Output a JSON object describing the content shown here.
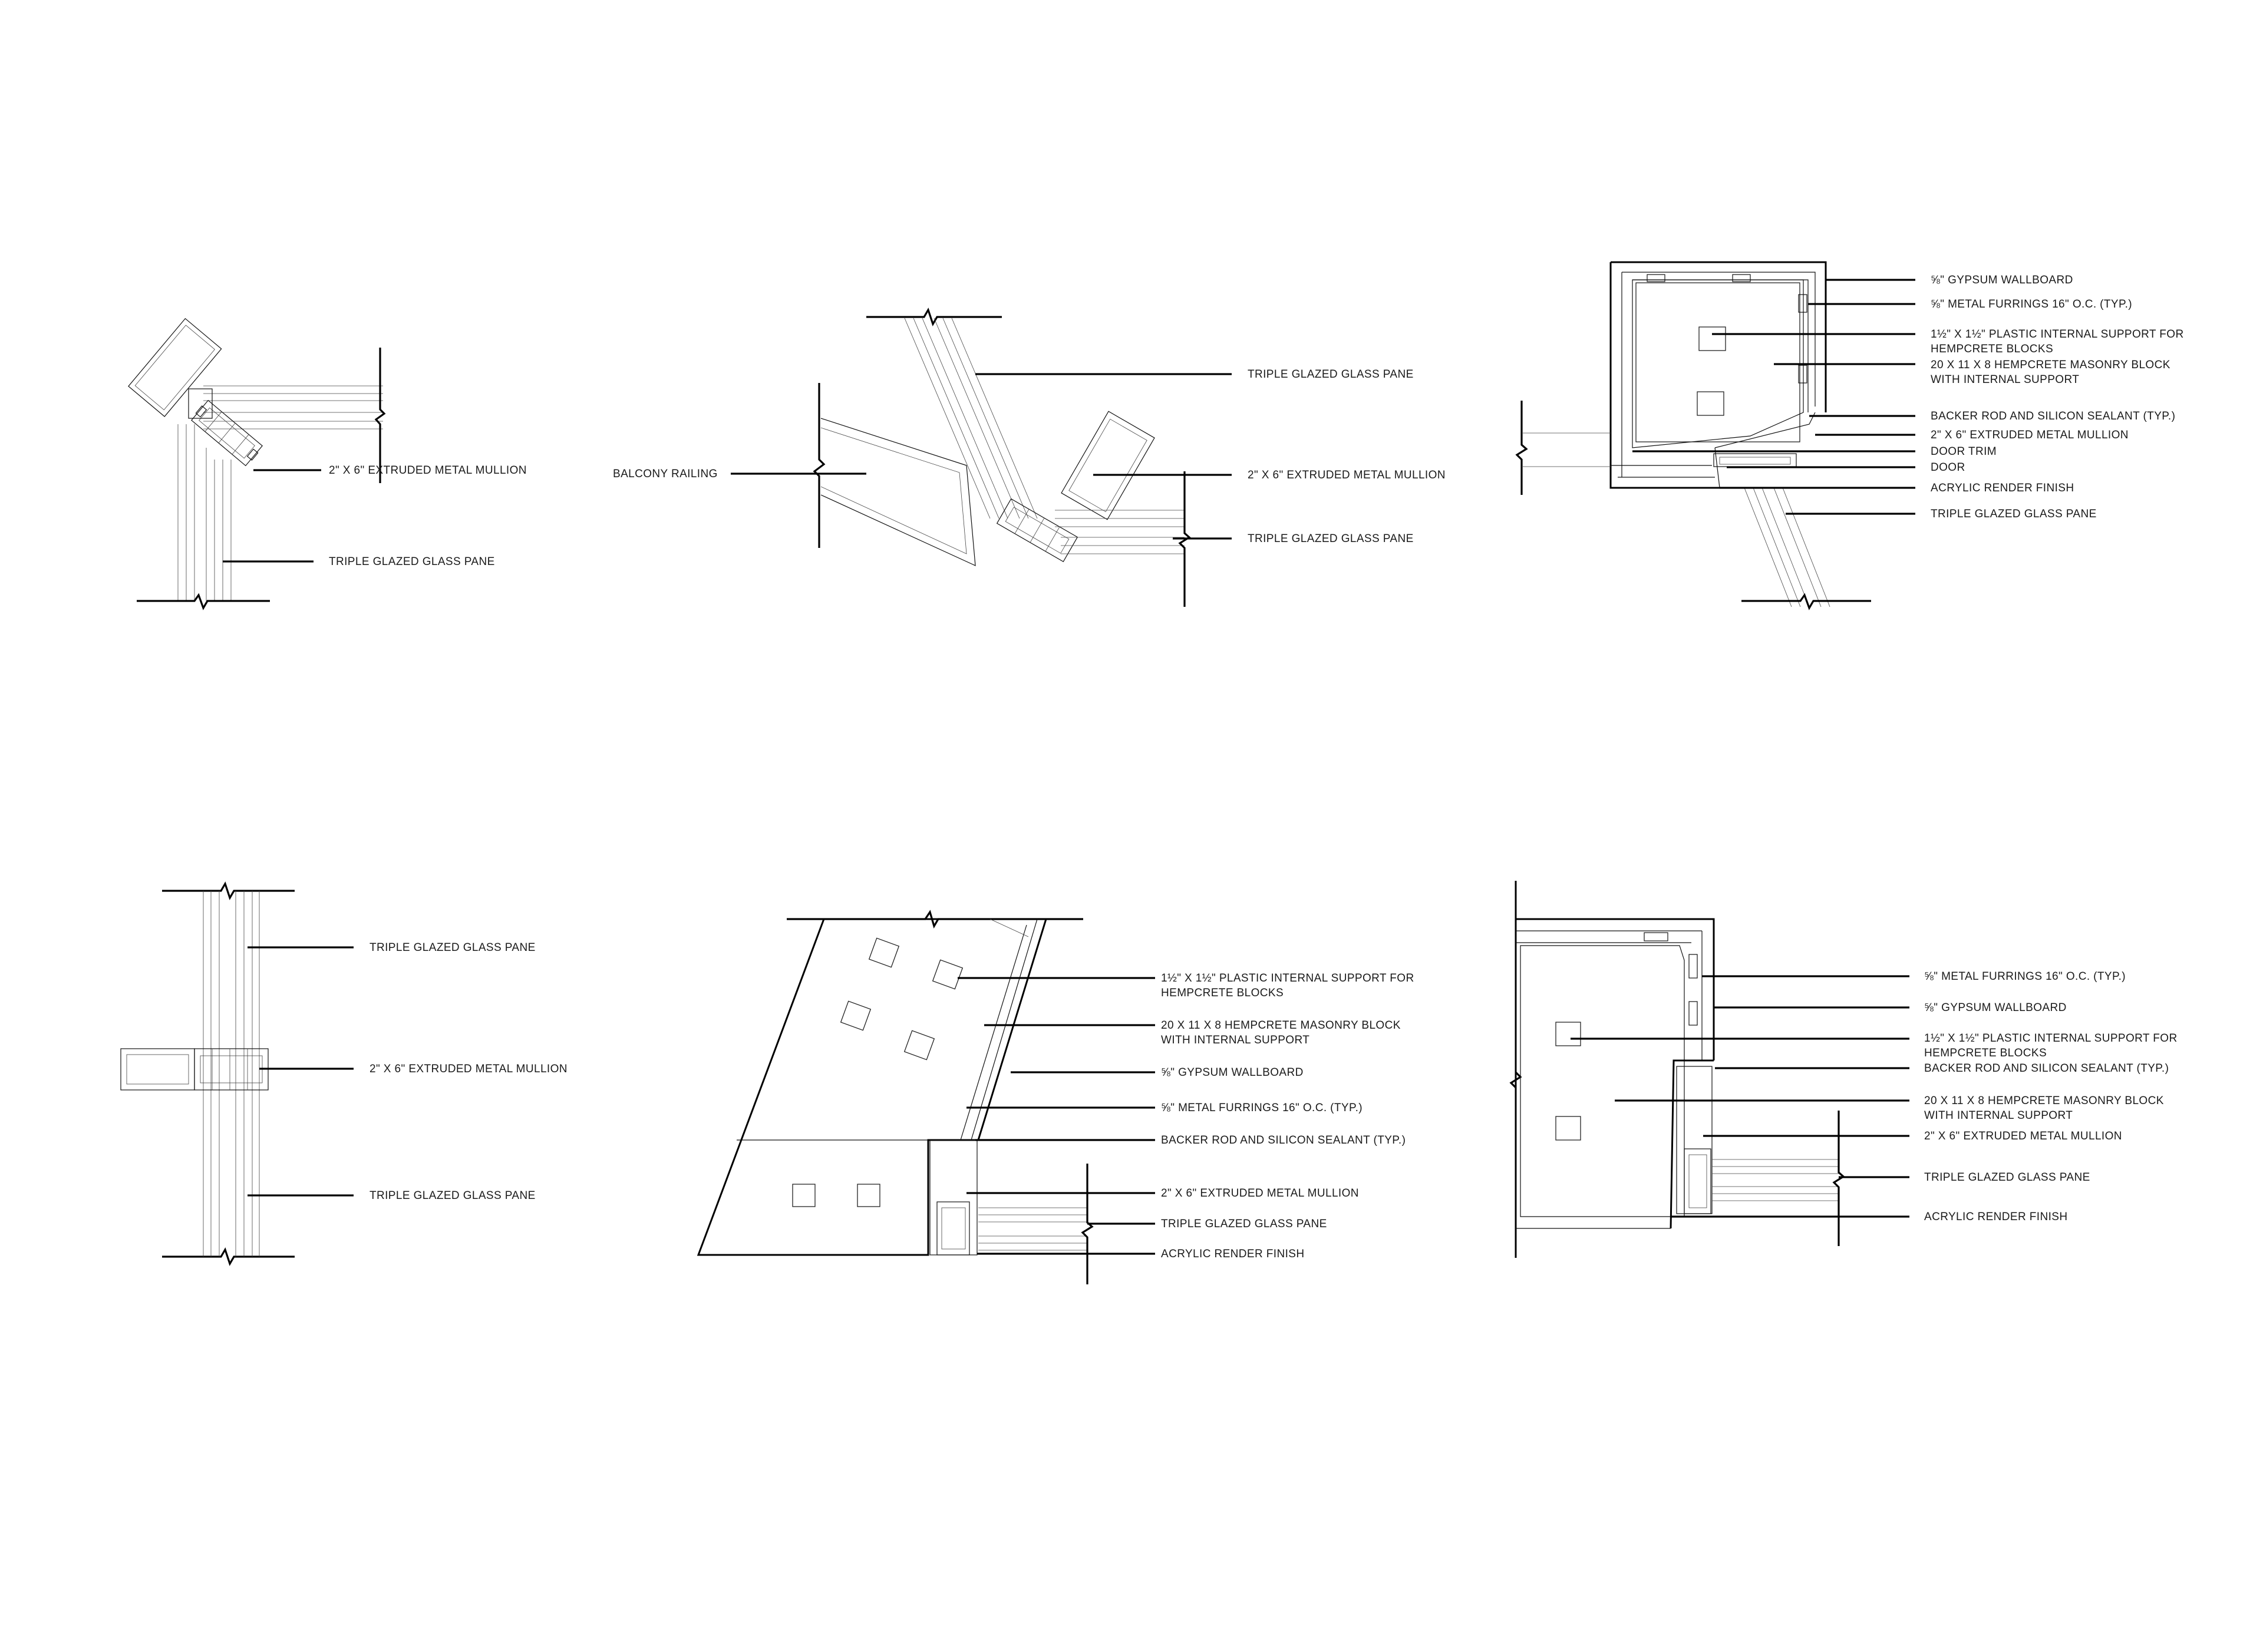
{
  "details": {
    "d1": {
      "labels": [
        "2\" X 6\" EXTRUDED METAL MULLION",
        "TRIPLE GLAZED GLASS PANE"
      ]
    },
    "d2": {
      "labels": [
        "TRIPLE GLAZED GLASS PANE",
        "BALCONY RAILING",
        "2\" X 6\" EXTRUDED METAL MULLION",
        "TRIPLE GLAZED GLASS PANE"
      ]
    },
    "d3": {
      "labels": [
        "⅝\" GYPSUM WALLBOARD",
        "⅝\"  METAL FURRINGS 16\" O.C. (TYP.)",
        "1½\" X  1½\" PLASTIC INTERNAL SUPPORT FOR",
        "HEMPCRETE BLOCKS",
        "20 X 11 X 8 HEMPCRETE MASONRY BLOCK",
        "WITH INTERNAL SUPPORT",
        "BACKER ROD AND SILICON SEALANT (TYP.)",
        "2\" X 6\" EXTRUDED METAL MULLION",
        "DOOR TRIM",
        "DOOR",
        "ACRYLIC RENDER FINISH",
        "TRIPLE GLAZED GLASS PANE"
      ]
    },
    "d4": {
      "labels": [
        "TRIPLE GLAZED GLASS PANE",
        "2\" X 6\" EXTRUDED METAL MULLION",
        "TRIPLE GLAZED GLASS PANE"
      ]
    },
    "d5": {
      "labels": [
        "1½\" X  1½\" PLASTIC INTERNAL SUPPORT FOR",
        "HEMPCRETE BLOCKS",
        "20 X 11 X 8 HEMPCRETE MASONRY BLOCK",
        "WITH INTERNAL SUPPORT",
        "⅝\" GYPSUM WALLBOARD",
        "⅝\"  METAL FURRINGS 16\" O.C. (TYP.)",
        "BACKER ROD AND SILICON SEALANT (TYP.)",
        "2\" X 6\" EXTRUDED METAL MULLION",
        "TRIPLE GLAZED GLASS PANE",
        "ACRYLIC RENDER FINISH"
      ]
    },
    "d6": {
      "labels": [
        "⅝\"  METAL FURRINGS 16\" O.C. (TYP.)",
        "⅝\" GYPSUM WALLBOARD",
        "1½\" X  1½\" PLASTIC INTERNAL SUPPORT FOR",
        "HEMPCRETE BLOCKS",
        "BACKER ROD AND SILICON SEALANT (TYP.)",
        "20 X 11 X 8 HEMPCRETE MASONRY BLOCK",
        "WITH INTERNAL SUPPORT",
        "2\" X 6\" EXTRUDED METAL MULLION",
        "TRIPLE GLAZED GLASS PANE",
        "ACRYLIC RENDER FINISH"
      ]
    }
  }
}
